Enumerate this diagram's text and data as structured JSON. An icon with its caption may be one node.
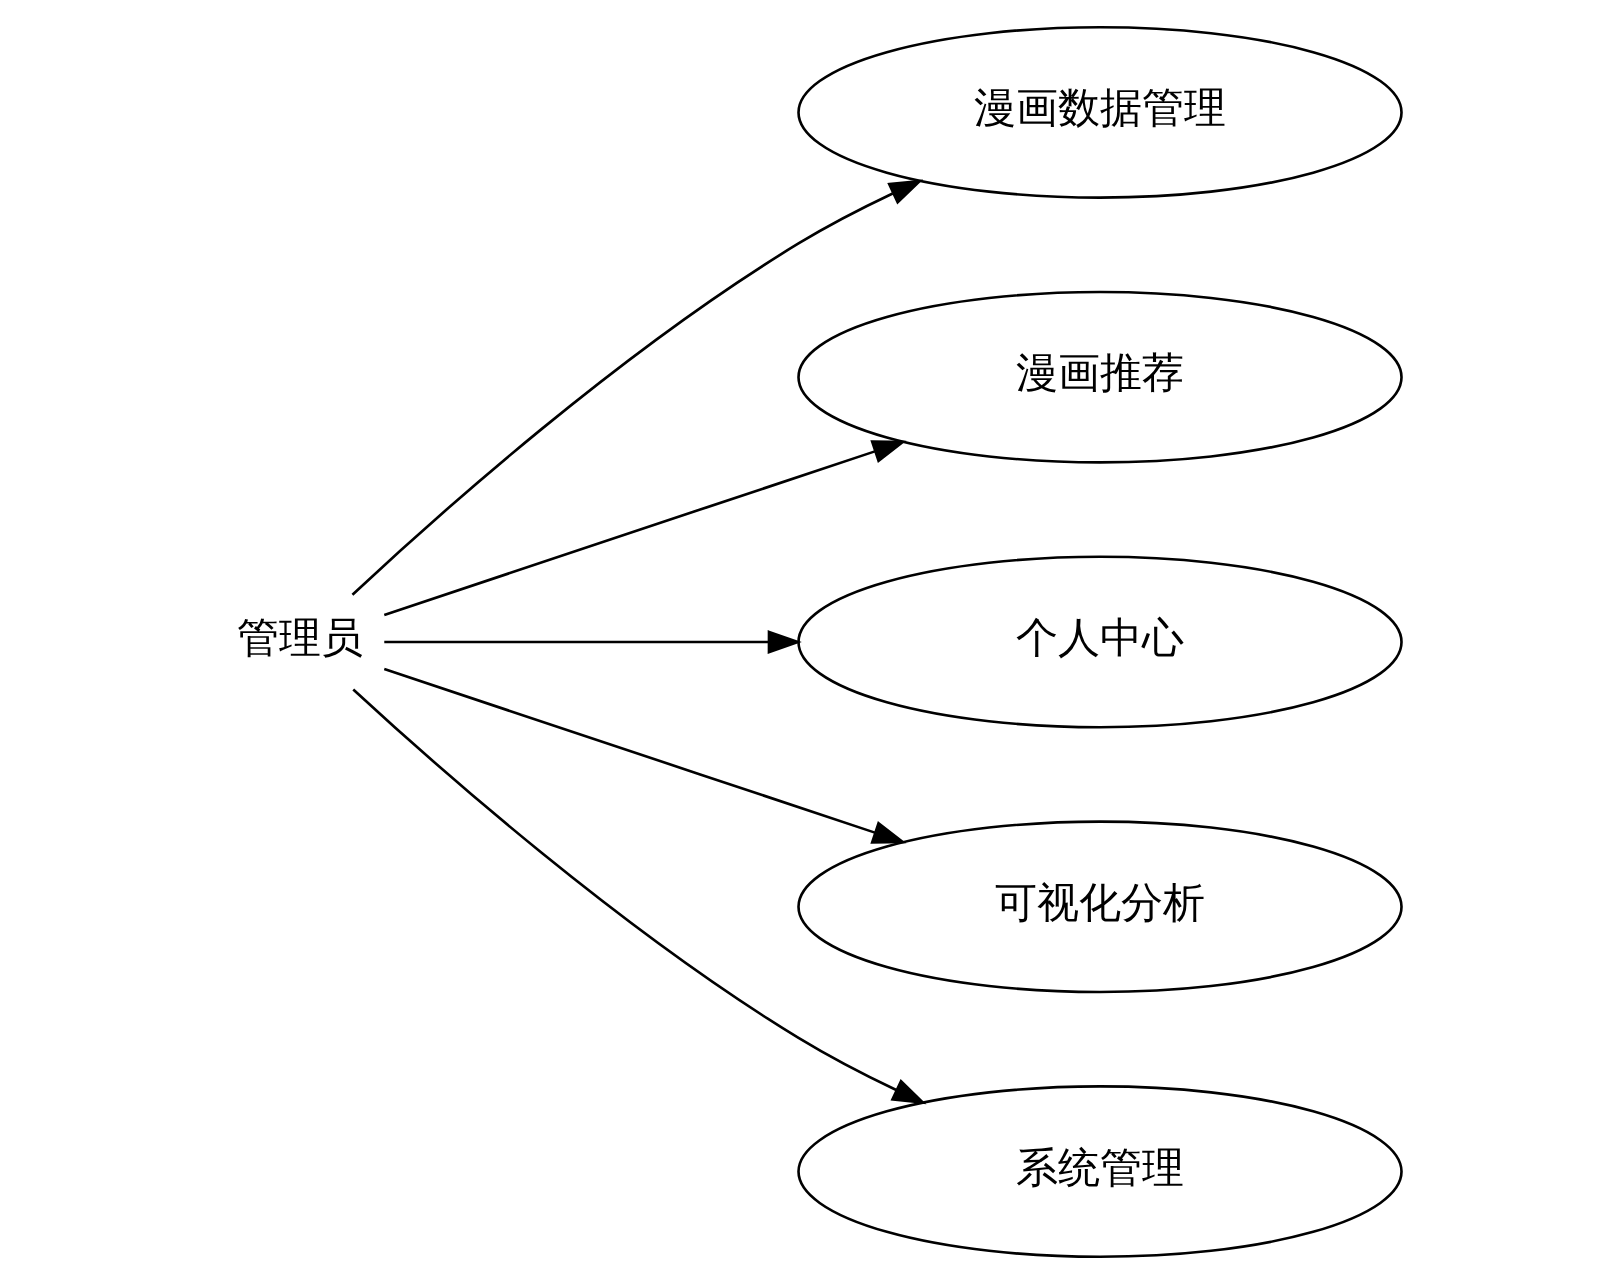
{
  "diagram": {
    "nodes": [
      {
        "text": [
          "管理员"
        ]
      },
      {
        "text": [
          "漫画数据管理"
        ]
      },
      {
        "text": [
          "漫画推荐"
        ]
      },
      {
        "text": [
          "个人中心"
        ]
      },
      {
        "text": [
          "可视化分析"
        ]
      },
      {
        "text": [
          "系统管理"
        ]
      }
    ],
    "edges": [
      {
        "from": 0,
        "to": 1,
        "arrow": "to"
      },
      {
        "from": 0,
        "to": 2,
        "arrow": "to"
      },
      {
        "from": 0,
        "to": 3,
        "arrow": "to"
      },
      {
        "from": 0,
        "to": 4,
        "arrow": "to"
      },
      {
        "from": 0,
        "to": 5,
        "arrow": "to"
      }
    ]
  }
}
